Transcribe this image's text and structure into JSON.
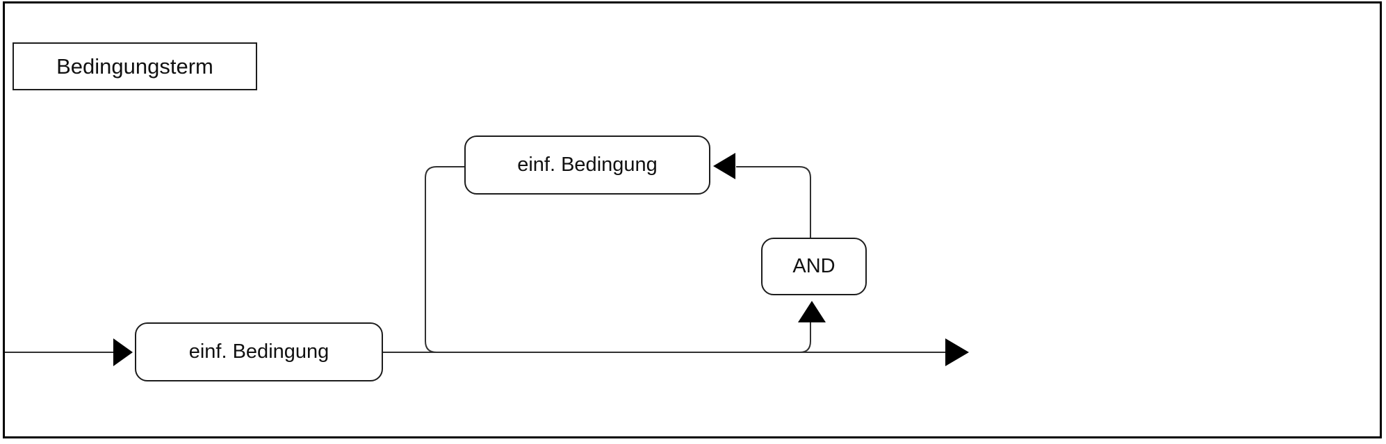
{
  "diagram": {
    "title": "Bedingungsterm",
    "nodes": [
      {
        "label": "einf. Bedingung"
      },
      {
        "label": "einf. Bedingung"
      },
      {
        "label": "AND"
      }
    ],
    "icons": [
      "entry-arrow-icon",
      "exit-arrow-icon",
      "and-entry-arrow-icon",
      "loop-entry-arrow-icon"
    ],
    "colors": {
      "background": "#ffffff",
      "line": "#303030",
      "arrow": "#000000",
      "box_border": "#1c1c1c",
      "frame_border": "#000000"
    }
  }
}
